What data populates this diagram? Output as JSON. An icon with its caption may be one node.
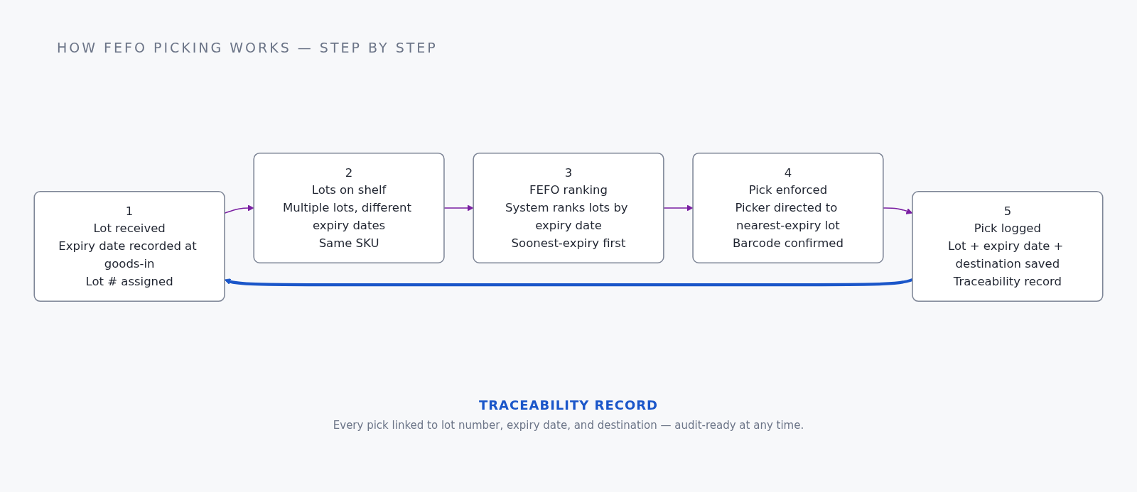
{
  "diagram": {
    "title": "HOW FEFO PICKING WORKS — STEP BY STEP",
    "nodes": [
      {
        "text": [
          "1",
          "Lot received",
          "Expiry date recorded at goods-in",
          "Lot # assigned"
        ]
      },
      {
        "text": [
          "2",
          "Lots on shelf",
          "Multiple lots, different expiry dates",
          "Same SKU"
        ]
      },
      {
        "text": [
          "3",
          "FEFO ranking",
          "System ranks lots by expiry date",
          "Soonest-expiry first"
        ]
      },
      {
        "text": [
          "4",
          "Pick enforced",
          "Picker directed to nearest-expiry lot",
          "Barcode confirmed"
        ]
      },
      {
        "text": [
          "5",
          "Pick logged",
          "Lot + expiry date + destination saved",
          "Traceability record"
        ]
      }
    ],
    "edges": [
      {
        "from": 0,
        "to": 1,
        "arrow": "to"
      },
      {
        "from": 1,
        "to": 2,
        "arrow": "to"
      },
      {
        "from": 2,
        "to": 3,
        "arrow": "to"
      },
      {
        "from": 3,
        "to": 4,
        "arrow": "to"
      },
      {
        "from": 4,
        "to": 0,
        "arrow": "to",
        "style": "thick",
        "color": "#1a56c9"
      }
    ],
    "labels": [
      "TRACEABILITY RECORD",
      "Every pick linked to lot number, expiry date, and destination — audit-ready at any time."
    ]
  }
}
